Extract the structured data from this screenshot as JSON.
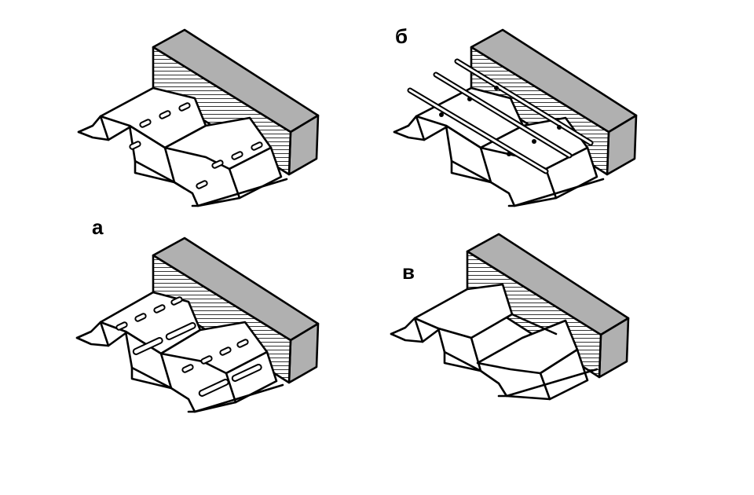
{
  "labels": {
    "a": "а",
    "b": "б",
    "v": "в"
  },
  "colors": {
    "ink": "#000000",
    "paper": "#ffffff",
    "beam_end": "#b0b0b0"
  }
}
